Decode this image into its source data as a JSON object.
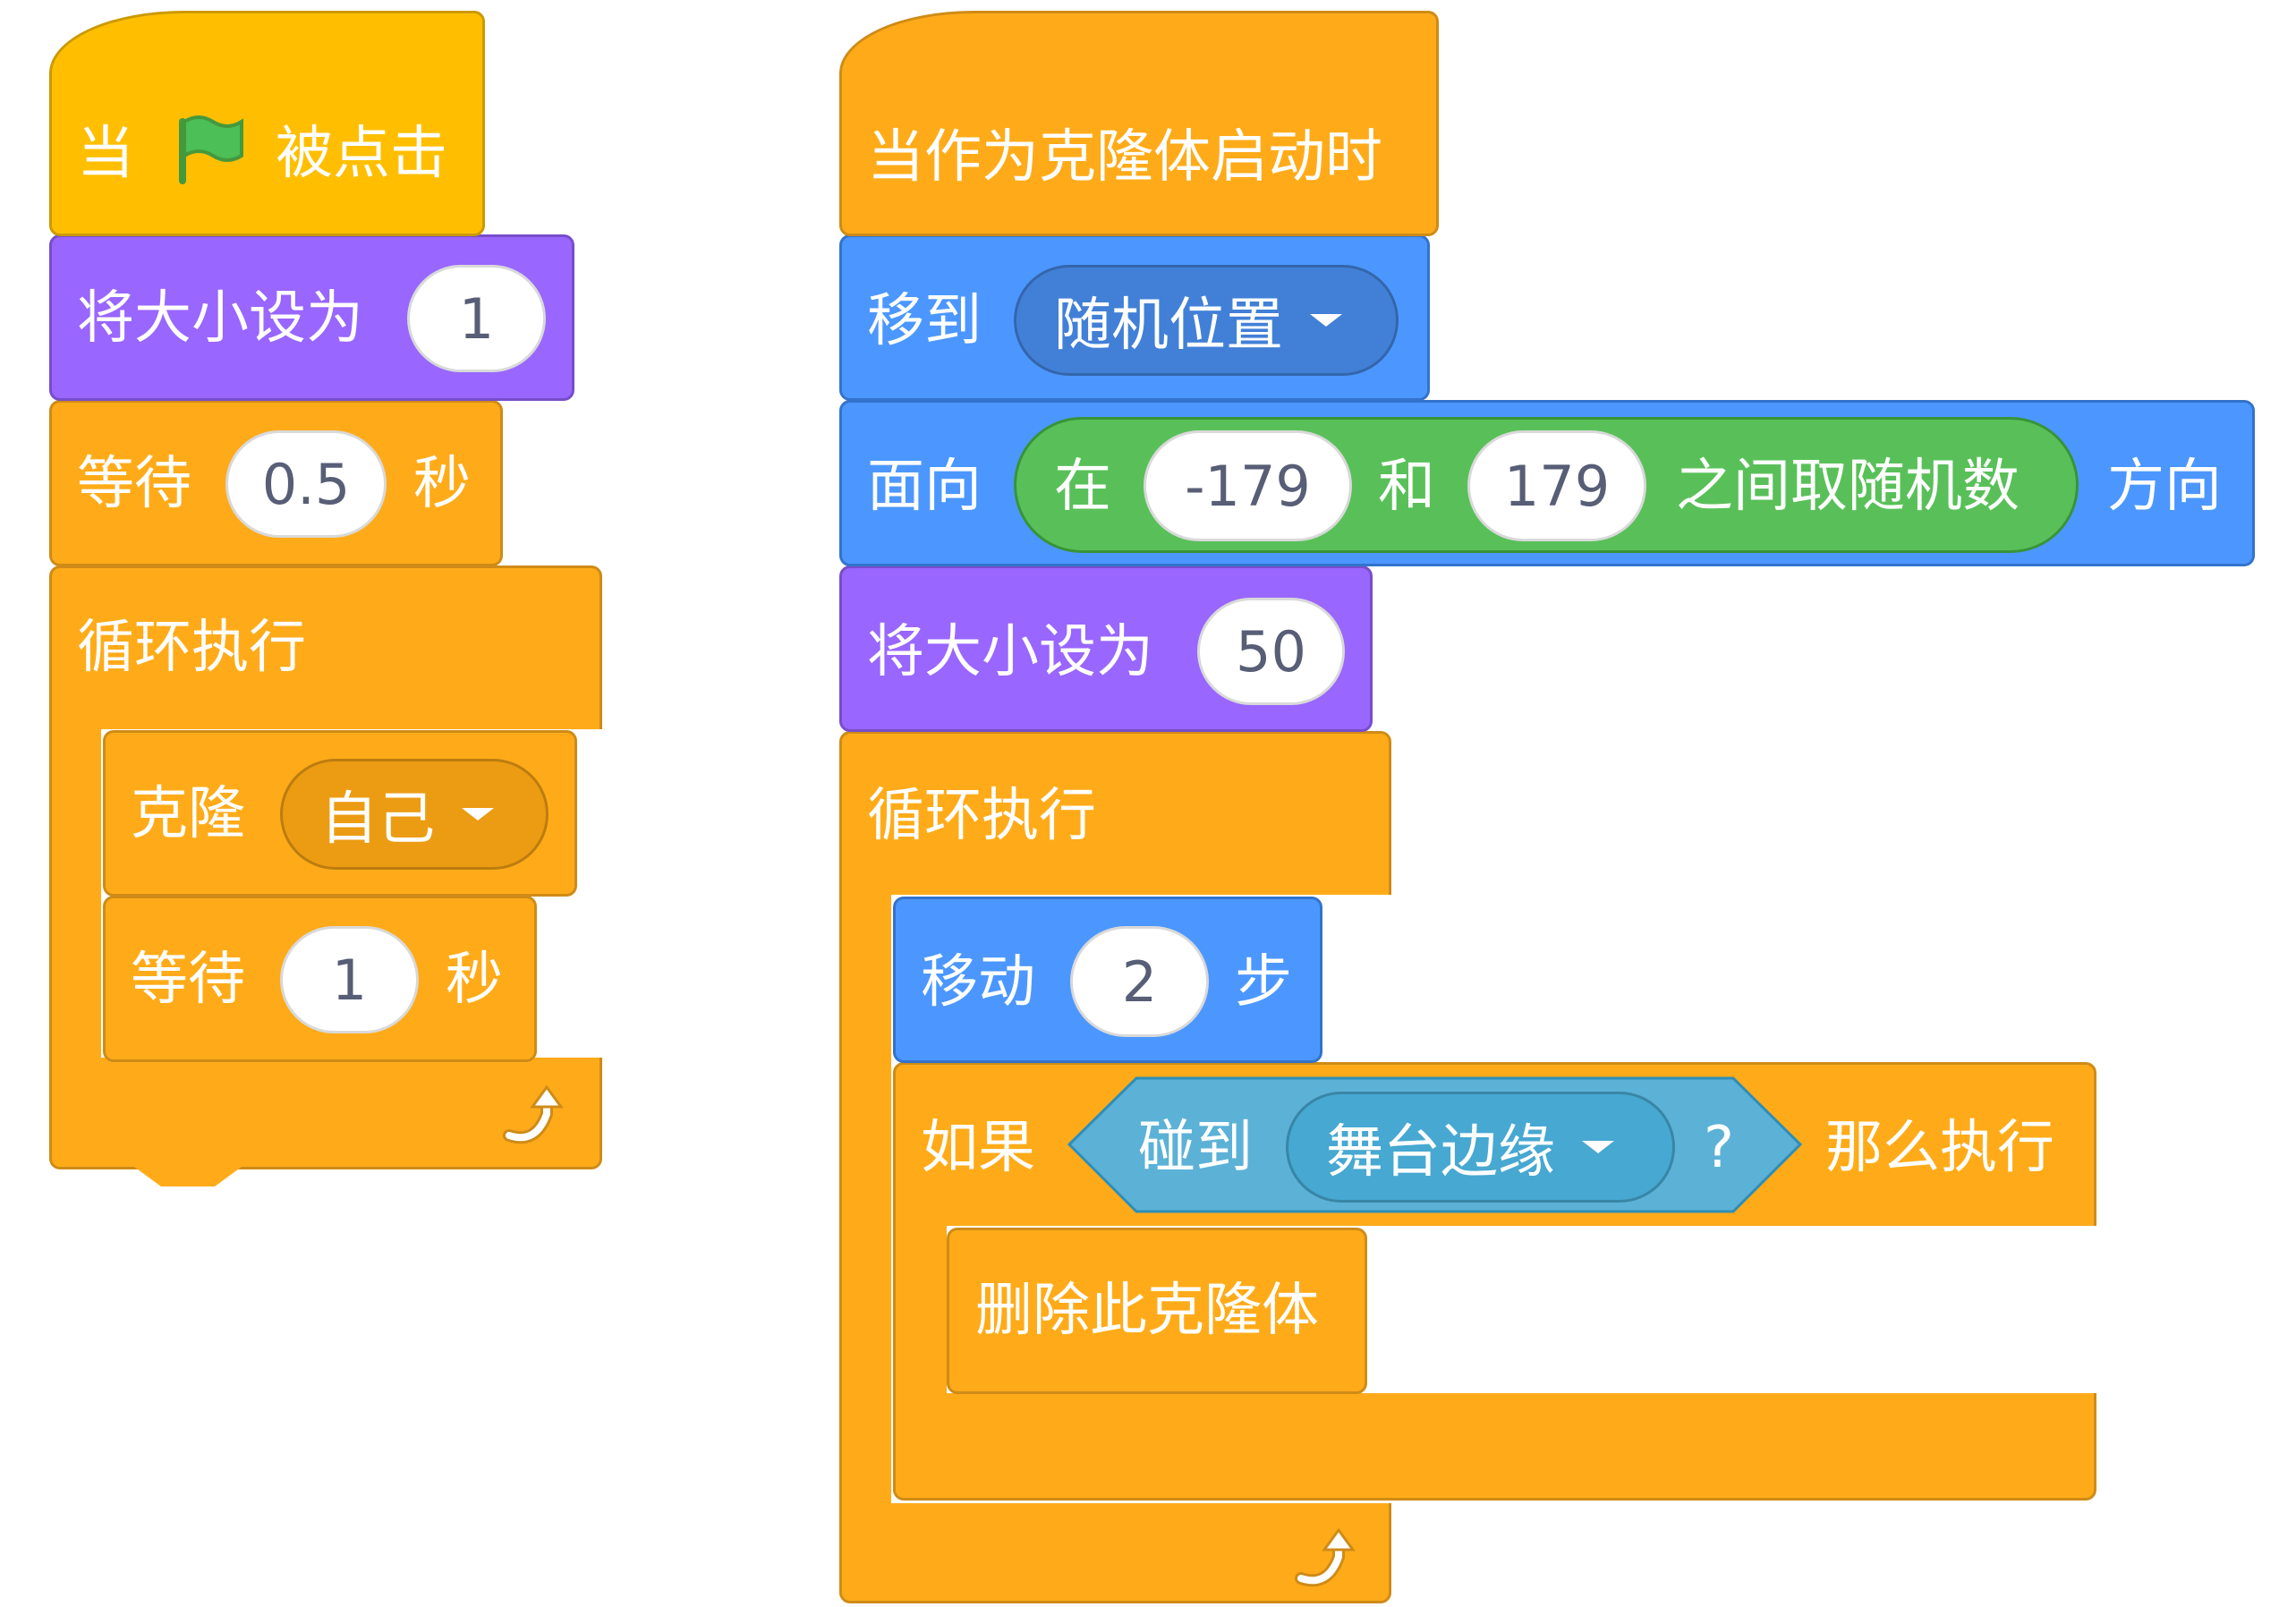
{
  "colors": {
    "event": "#FFBF00",
    "control": "#FFAB19",
    "looks": "#9966FF",
    "motion": "#4C97FF",
    "operator": "#59C059",
    "sensing": "#5CB1D6"
  },
  "script1": {
    "when_flag": {
      "pre": "当",
      "icon": "green-flag-icon",
      "post": "被点击"
    },
    "set_size": {
      "label": "将大小设为",
      "value": "1"
    },
    "wait1": {
      "label": "等待",
      "value": "0.5",
      "unit": "秒"
    },
    "forever": {
      "label": "循环执行"
    },
    "clone": {
      "label": "克隆",
      "option": "自己"
    },
    "wait2": {
      "label": "等待",
      "value": "1",
      "unit": "秒"
    }
  },
  "script2": {
    "hat": {
      "label": "当作为克隆体启动时"
    },
    "goto": {
      "label": "移到",
      "option": "随机位置"
    },
    "point": {
      "label": "面向",
      "suffix": "方向",
      "random": {
        "pre": "在",
        "min": "-179",
        "mid": "和",
        "max": "179",
        "post": "之间取随机数"
      }
    },
    "set_size": {
      "label": "将大小设为",
      "value": "50"
    },
    "forever": {
      "label": "循环执行"
    },
    "move": {
      "label": "移动",
      "value": "2",
      "unit": "步"
    },
    "if": {
      "label": "如果",
      "then": "那么执行",
      "touching": {
        "label": "碰到",
        "option": "舞台边缘",
        "q": "?"
      }
    },
    "delete_clone": {
      "label": "删除此克隆体"
    }
  }
}
